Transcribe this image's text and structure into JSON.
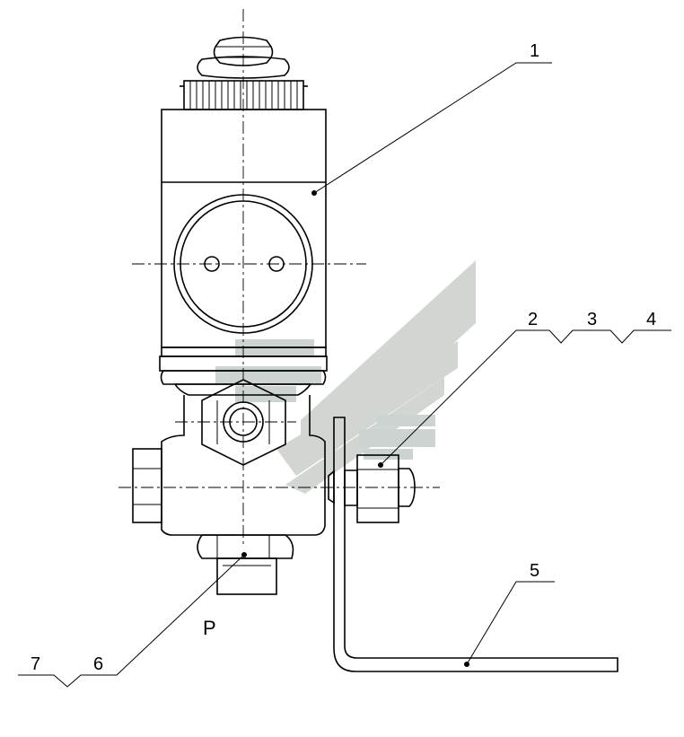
{
  "callouts": [
    {
      "id": "1",
      "label": "1"
    },
    {
      "id": "2",
      "label": "2"
    },
    {
      "id": "3",
      "label": "3"
    },
    {
      "id": "4",
      "label": "4"
    },
    {
      "id": "5",
      "label": "5"
    },
    {
      "id": "6",
      "label": "6"
    },
    {
      "id": "7",
      "label": "7"
    }
  ],
  "port_label": "P",
  "watermark_color": "#c8cfcb",
  "icons": {
    "watermark": "stylized-logo-watermark"
  }
}
